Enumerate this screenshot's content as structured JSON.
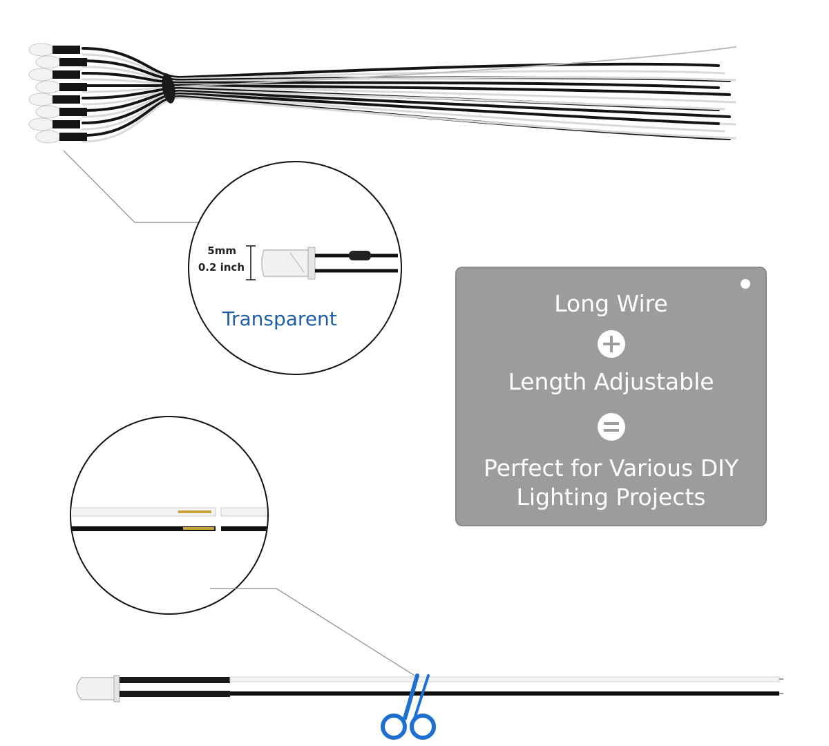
{
  "callout_top": {
    "size_mm": "5mm",
    "size_inch": "0.2 inch",
    "color_label": "Transparent"
  },
  "panel": {
    "line1": "Long Wire",
    "plus_symbol": "plus-icon",
    "line2": "Length Adjustable",
    "equals_symbol": "equals-icon",
    "line3": "Perfect for Various DIY",
    "line4": "Lighting Projects"
  },
  "colors": {
    "panel_bg": "#9c9c9c",
    "text_blue": "#1f5fa8",
    "scissor_blue": "#1d6fd0",
    "wire_black": "#111111",
    "wire_white": "#f4f4f4"
  }
}
